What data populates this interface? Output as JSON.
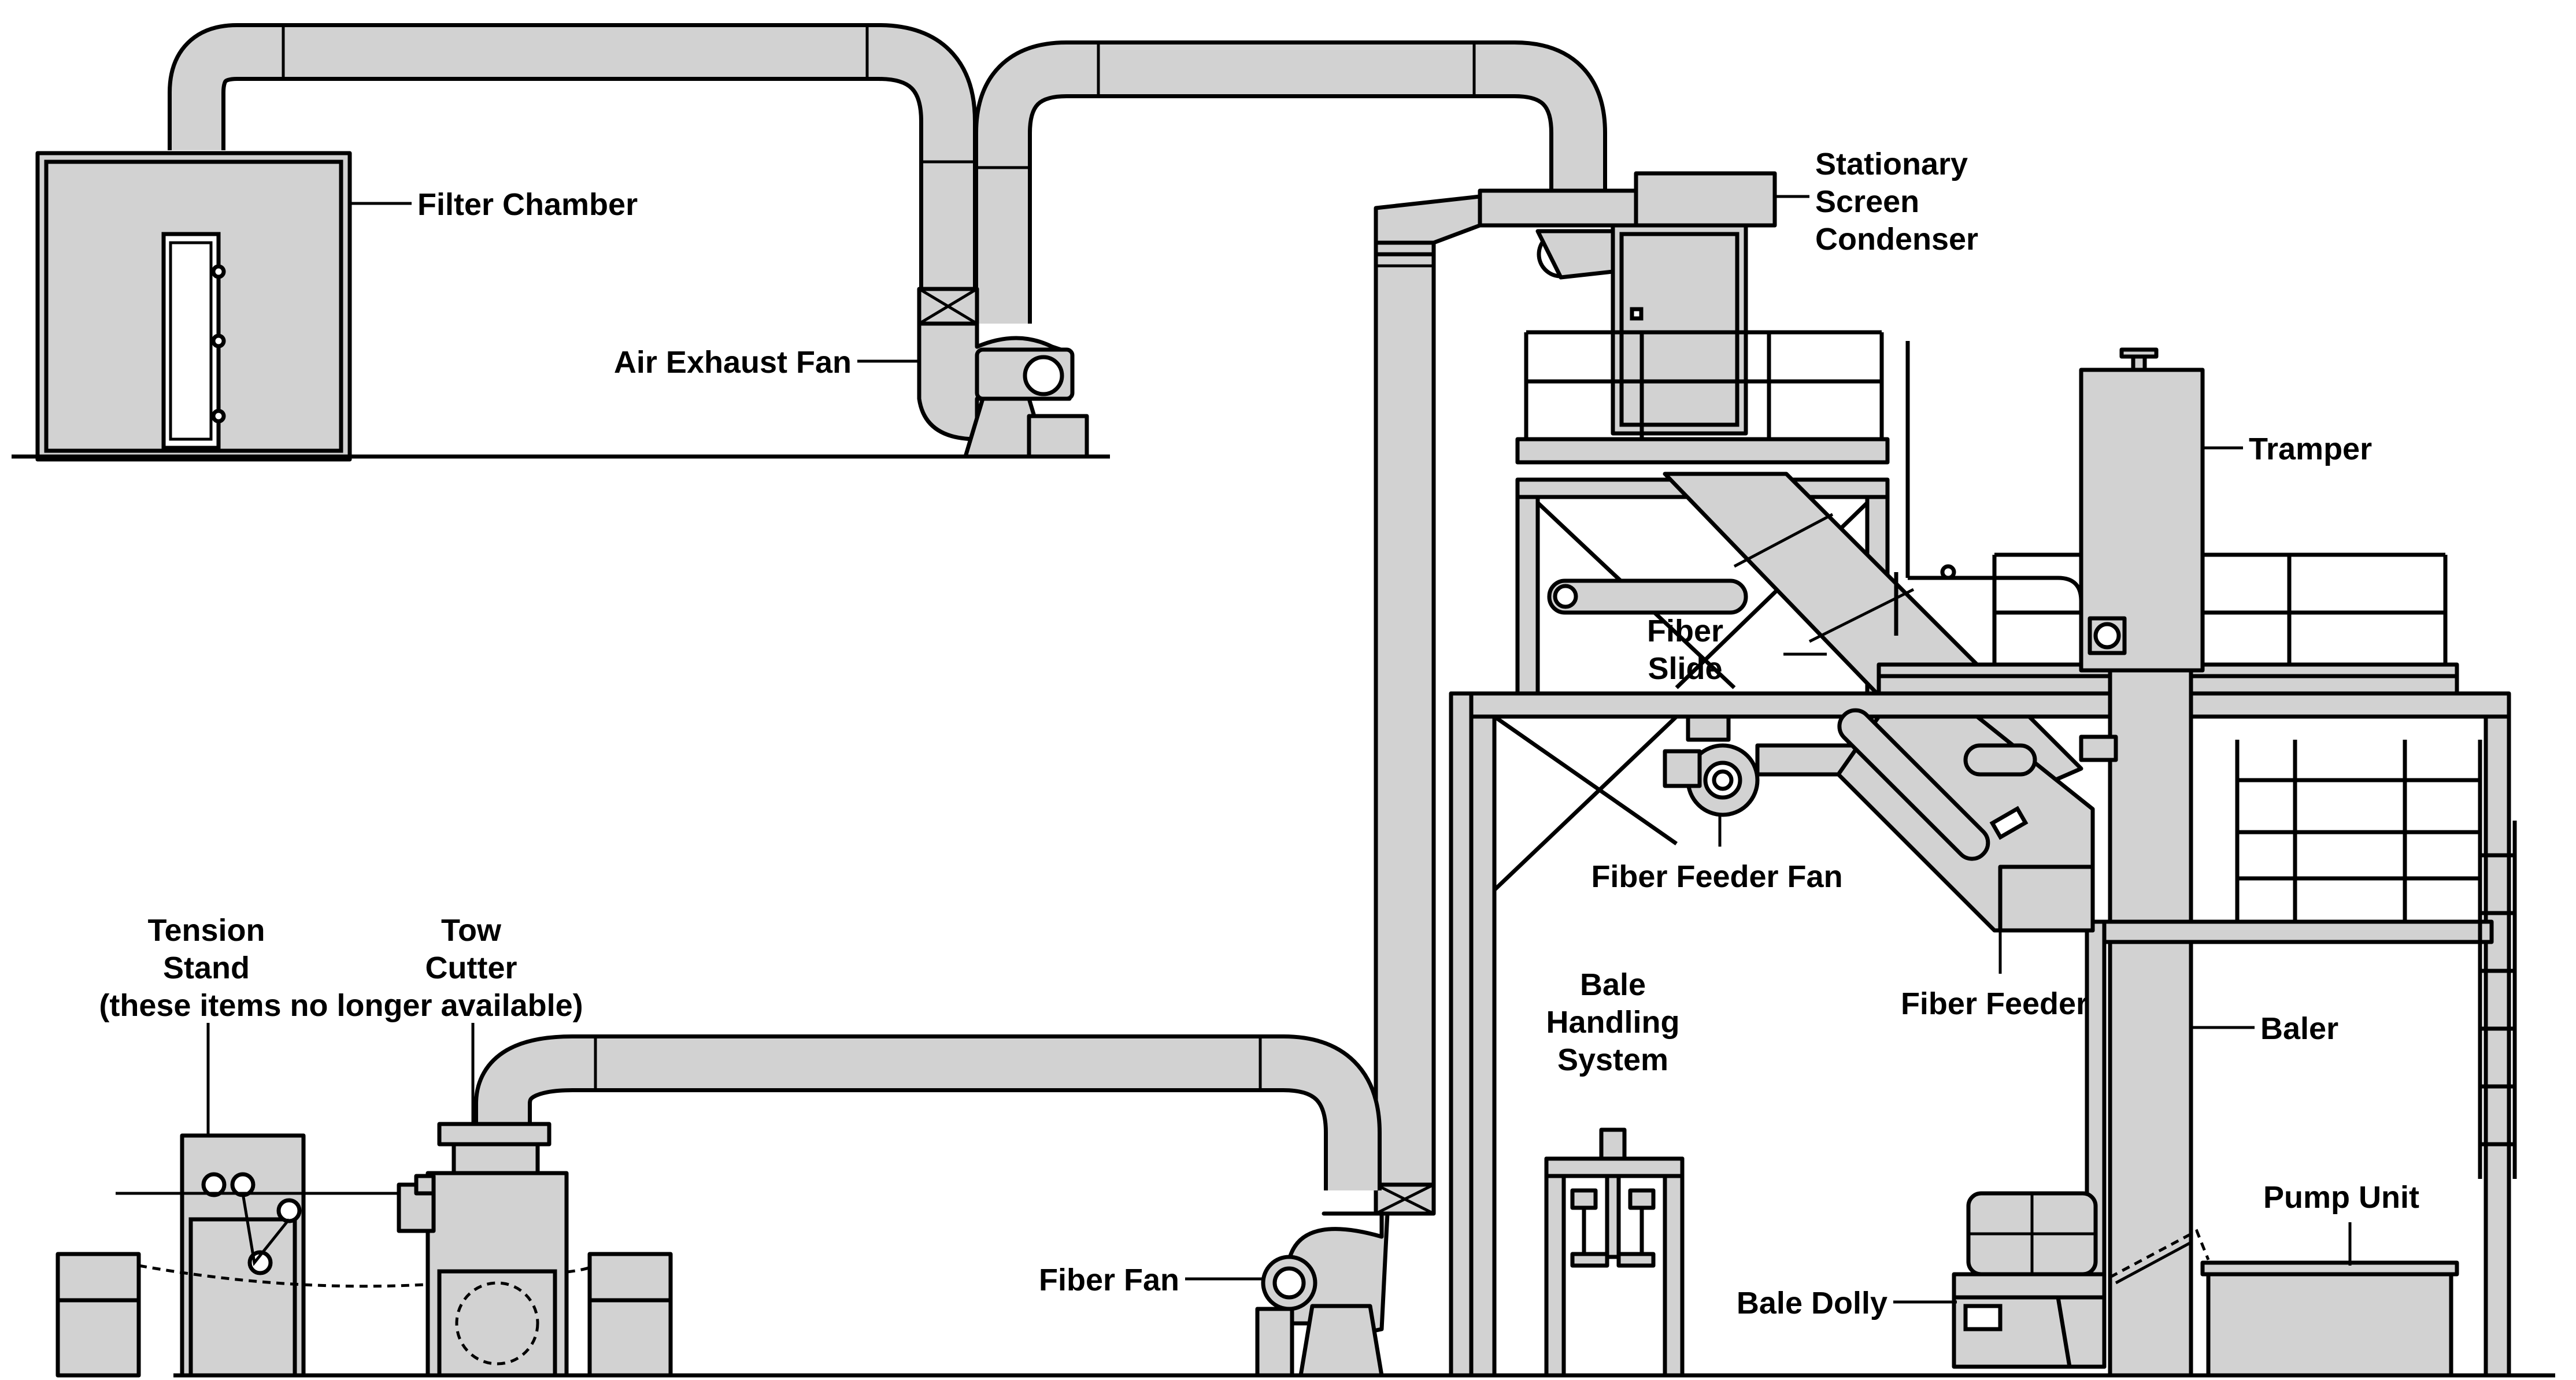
{
  "labels": {
    "filter_chamber": "Filter Chamber",
    "air_exhaust_fan": "Air Exhaust Fan",
    "stationary_screen_condenser": [
      "Stationary",
      "Screen",
      "Condenser"
    ],
    "tramper": "Tramper",
    "fiber_slide": [
      "Fiber",
      "Slide"
    ],
    "fiber_feeder_fan": "Fiber Feeder Fan",
    "tension_stand": [
      "Tension",
      "Stand",
      "(these items no longer available)"
    ],
    "tow_cutter": [
      "Tow",
      "Cutter"
    ],
    "bale_handling_system": [
      "Bale",
      "Handling",
      "System"
    ],
    "fiber_feeder": "Fiber Feeder",
    "baler": "Baler",
    "pump_unit": "Pump Unit",
    "fiber_fan": "Fiber Fan",
    "bale_dolly": "Bale Dolly"
  },
  "colors": {
    "equipment_fill": "#d2d2d2",
    "line": "#000000",
    "background": "#ffffff"
  }
}
